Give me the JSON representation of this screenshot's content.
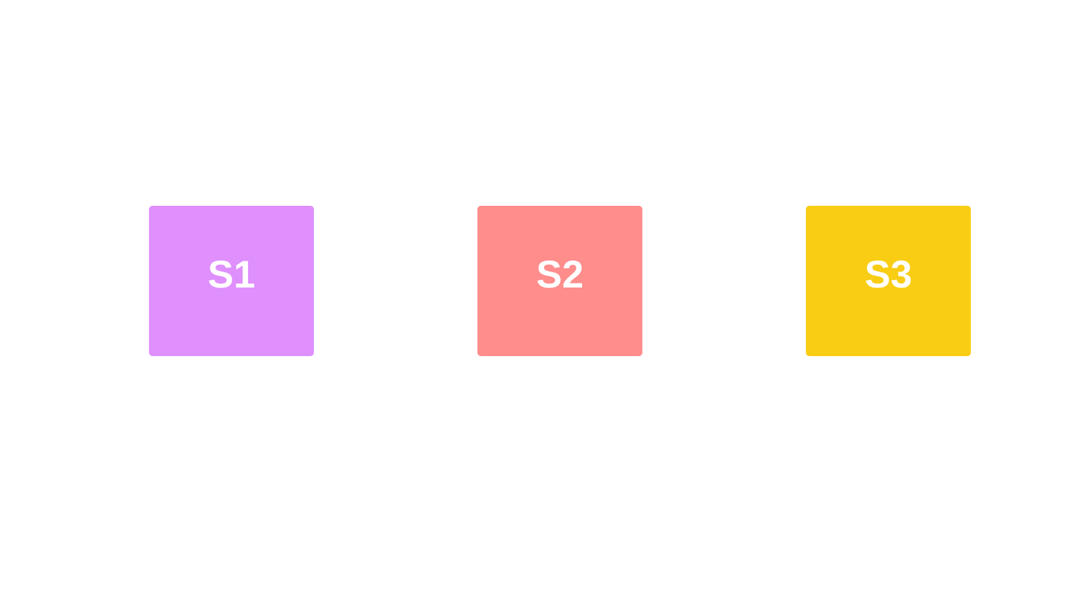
{
  "cards": [
    {
      "label": "S1",
      "color": "#df90fd"
    },
    {
      "label": "S2",
      "color": "#fe8d8c"
    },
    {
      "label": "S3",
      "color": "#f9cd14"
    }
  ]
}
